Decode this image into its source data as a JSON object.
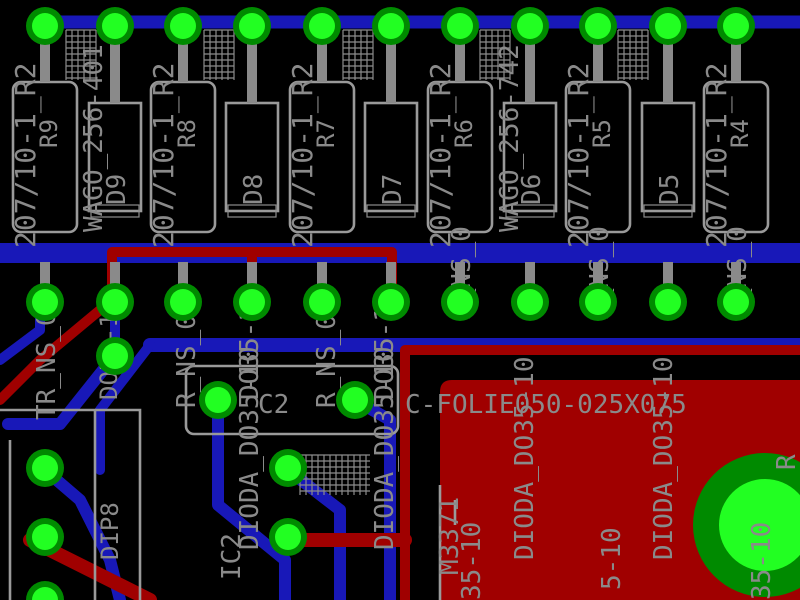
{
  "view": {
    "title": ""
  },
  "colors": {
    "background": "#000000",
    "top_copper": "#a00000",
    "bottom_copper": "#1818b8",
    "pad_ring": "#008a00",
    "pad_core": "#22ff22",
    "silkscreen": "#9a9a9a"
  },
  "labels": {
    "res_value": "207/10-1_R2",
    "res_names": [
      "R9",
      "R8",
      "R7",
      "R6",
      "R5",
      "R4"
    ],
    "diode_names": [
      "D9",
      "D8",
      "D7",
      "D6",
      "D5"
    ],
    "wago_a": "WAGO_256-401",
    "wago_b": "WAGO_256-742",
    "tr_ns": "TR_NS_0",
    "r_ns": "R_NS_0",
    "c2": "C2",
    "c_folie": "C-FOLIE050-025X075",
    "dioda": "DIODA_DO35-10",
    "do35_10": "DO35-10",
    "dioda_short": "DIODA_DO35-10",
    "ic2": "IC2",
    "m3371": "M3371",
    "r_frag": "R",
    "dioda_frag": "DIODA_DO",
    "dip": "DIP8",
    "n35_10": "35-10",
    "n35_10b": "5-10"
  }
}
